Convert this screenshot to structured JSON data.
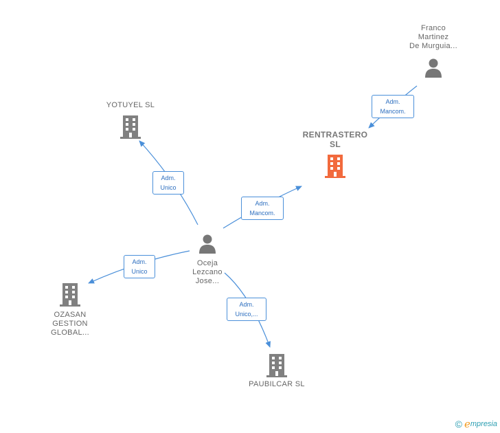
{
  "nodes": {
    "franco": {
      "lines": [
        "Franco",
        "Martinez",
        "De Murguia..."
      ],
      "type": "person"
    },
    "rentrastero": {
      "lines": [
        "RENTRASTERO",
        "SL"
      ],
      "type": "company-highlight"
    },
    "yotuyel": {
      "lines": [
        "YOTUYEL SL"
      ],
      "type": "company"
    },
    "oceja": {
      "lines": [
        "Oceja",
        "Lezcano",
        "Jose..."
      ],
      "type": "person"
    },
    "ozasan": {
      "lines": [
        "OZASAN",
        "GESTION",
        "GLOBAL..."
      ],
      "type": "company"
    },
    "paubilcar": {
      "lines": [
        "PAUBILCAR SL"
      ],
      "type": "company"
    }
  },
  "edges": [
    {
      "id": "franco-rentrastero",
      "lines": [
        "Adm.",
        "Mancom."
      ]
    },
    {
      "id": "oceja-yotuyel",
      "lines": [
        "Adm.",
        "Unico"
      ]
    },
    {
      "id": "oceja-rentrastero",
      "lines": [
        "Adm.",
        "Mancom."
      ]
    },
    {
      "id": "oceja-ozasan",
      "lines": [
        "Adm.",
        "Unico"
      ]
    },
    {
      "id": "oceja-paubilcar",
      "lines": [
        "Adm.",
        "Unico,..."
      ]
    }
  ],
  "colors": {
    "edge": "#4a8fd9",
    "company_icon": "#808080",
    "highlight_icon": "#f26a3d",
    "person_icon": "#777777"
  },
  "footer": {
    "copyright_symbol": "©",
    "brand_initial": "e",
    "brand_rest": "mpresia"
  }
}
